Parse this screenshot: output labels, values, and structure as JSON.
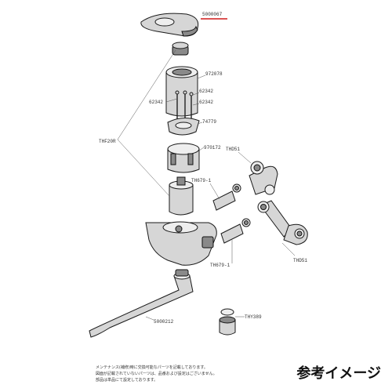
{
  "parts": {
    "lever_handle": "5000067",
    "cartridge_cap": "972078",
    "screw_a": "62342",
    "screw_b": "62342",
    "screw_c": "62342",
    "retainer_plate": "74779",
    "cartridge_holder": "970172",
    "valve_assembly": "THF20R",
    "inlet_left": "THD51",
    "inlet_right": "THD51",
    "check_valve_top": "TH679-1",
    "check_valve_bottom": "TH679-1",
    "spout": "5000212",
    "aerator": "THY389"
  },
  "notes": {
    "line1": "メンテナンス(補修)時に交換可能なパーツを記載しております。",
    "line2": "図面が記載されていないパーツは、品番および設定はございません。",
    "line3": "部品は単品にて設定しております。"
  },
  "caption": "参考イメージ",
  "colors": {
    "accent": "#d11a1a",
    "line": "#1a1a1a",
    "fill": "#d6d6d6"
  }
}
